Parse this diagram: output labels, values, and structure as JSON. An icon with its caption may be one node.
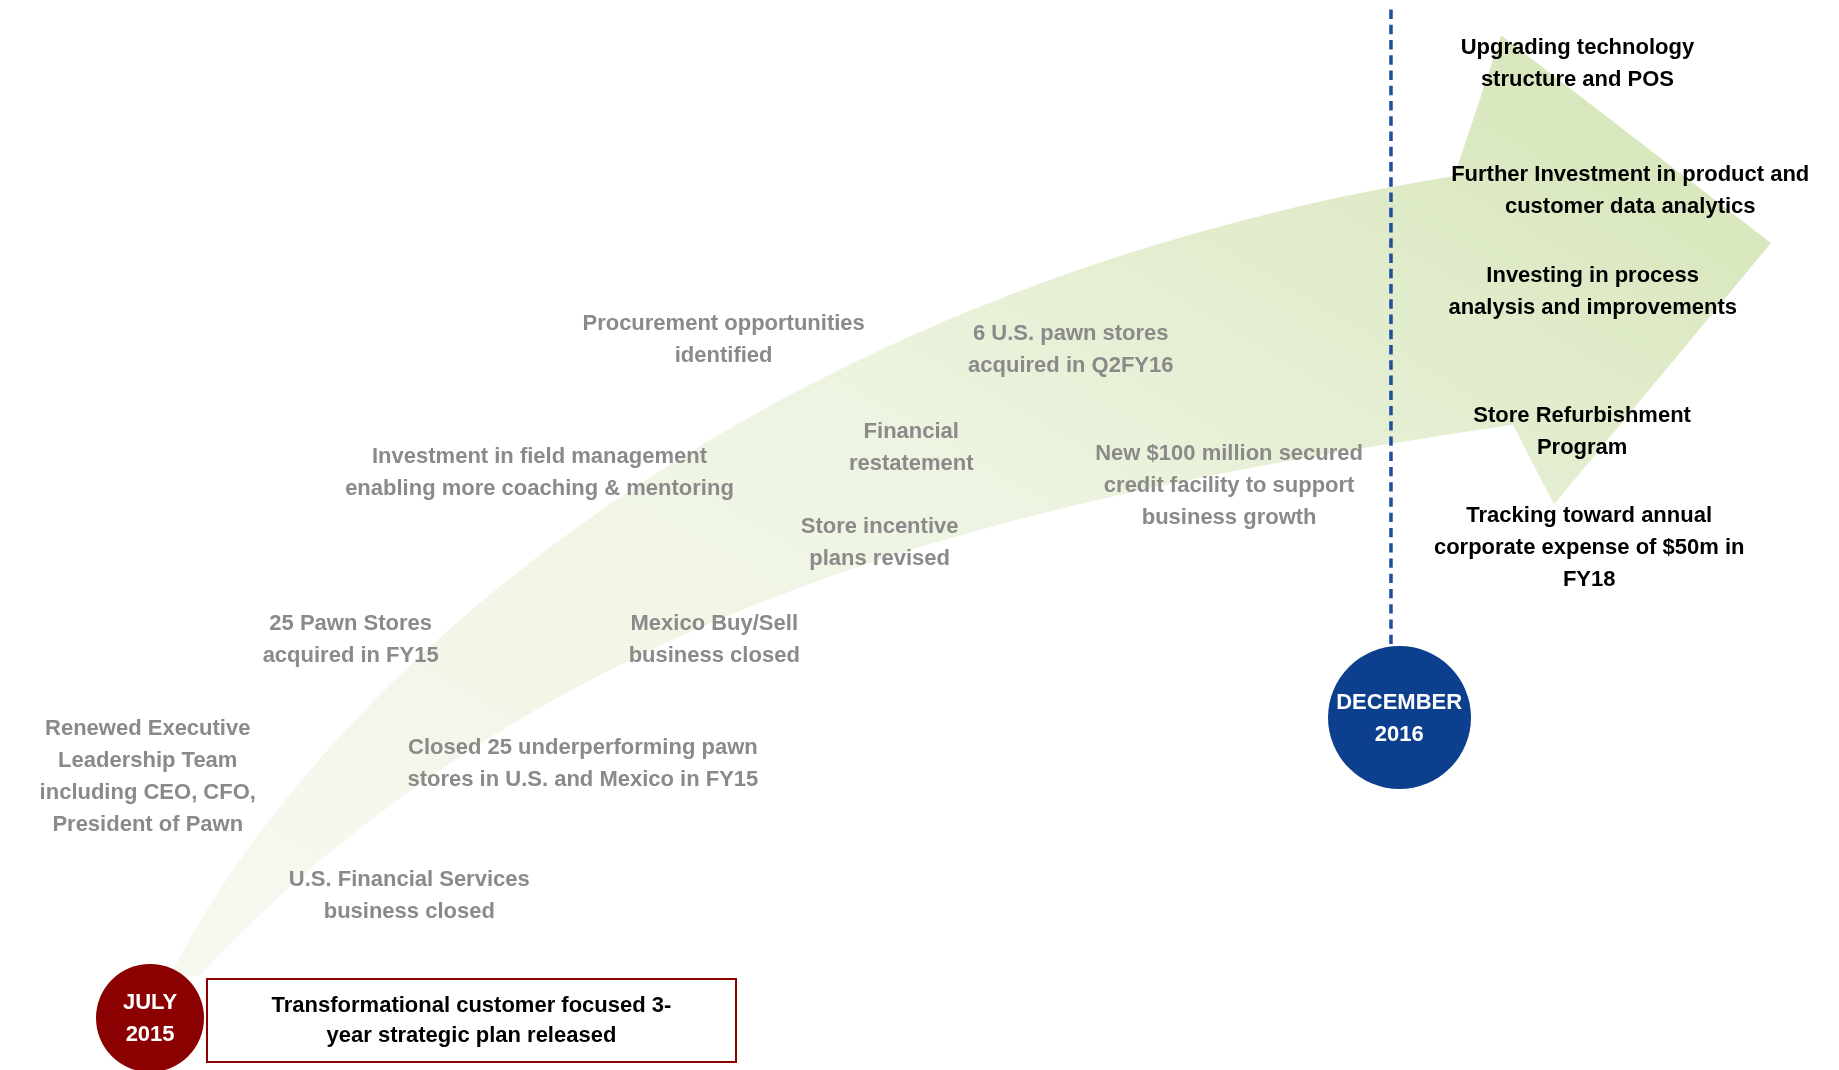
{
  "diagram": {
    "nodes": [
      {
        "text": [
          "JULY 2015"
        ]
      },
      {
        "text": [
          "Transformational customer focused 3-year strategic plan released"
        ]
      },
      {
        "text": [
          "DECEMBER 2016"
        ]
      }
    ],
    "labels": [
      "Upgrading technology structure and POS",
      "Further Investment in product and customer data analytics",
      "Investing in process analysis and improvements",
      "Procurement opportunities identified",
      "6 U.S. pawn stores acquired in Q2FY16",
      "Store Refurbishment Program",
      "Financial restatement",
      "New $100 million secured credit facility to support business growth",
      "Investment in field management enabling more coaching & mentoring",
      "Tracking toward annual corporate expense of $50m in FY18",
      "Store incentive plans revised",
      "25 Pawn Stores acquired in FY15",
      "Mexico Buy/Sell business closed",
      "Renewed Executive Leadership Team including CEO, CFO, President of Pawn",
      "Closed 25 underperforming pawn stores in U.S. and Mexico in FY15",
      "U.S. Financial Services business closed"
    ]
  }
}
